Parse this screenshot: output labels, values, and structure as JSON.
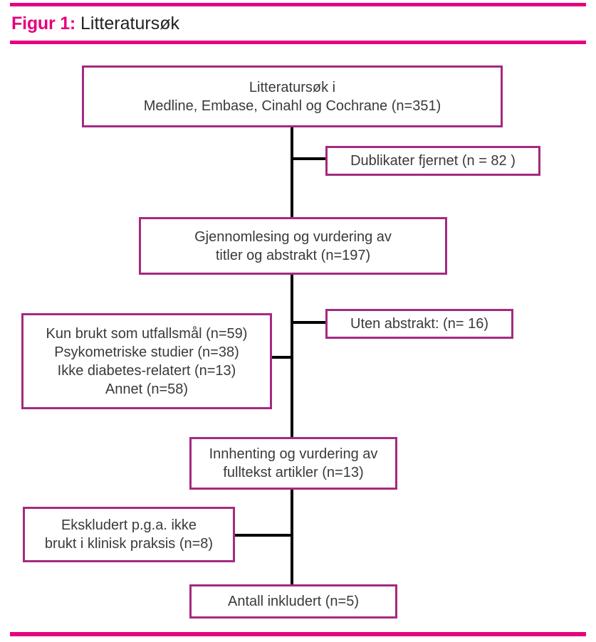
{
  "header": {
    "figure_label": "Figur 1:",
    "figure_title": "Litteratursøk",
    "accent_color": "#e5007d"
  },
  "diagram": {
    "box_border_color": "#a42a80",
    "connector_color": "#000000",
    "nodes": [
      {
        "id": "search",
        "name": "literature-search-box",
        "lines": [
          "Litteratursøk i",
          "Medline, Embase, Cinahl og Cochrane (n=351)"
        ],
        "count": 351
      },
      {
        "id": "duplicates",
        "name": "duplicates-removed-box",
        "lines": [
          "Dublikater fjernet (n = 82 )"
        ],
        "count": 82
      },
      {
        "id": "screening",
        "name": "title-abstract-screening-box",
        "lines": [
          "Gjennomlesing og vurdering av",
          "titler og abstrakt (n=197)"
        ],
        "count": 197
      },
      {
        "id": "no-abstract",
        "name": "no-abstract-box",
        "lines": [
          "Uten abstrakt: (n= 16)"
        ],
        "count": 16
      },
      {
        "id": "excluded-screening",
        "name": "excluded-at-screening-box",
        "lines": [
          "Kun brukt som utfallsmål (n=59)",
          "Psykometriske studier (n=38)",
          "Ikke diabetes-relatert (n=13)",
          "Annet (n=58)"
        ]
      },
      {
        "id": "fulltext",
        "name": "fulltext-assessment-box",
        "lines": [
          "Innhenting og vurdering av",
          "fulltekst artikler (n=13)"
        ],
        "count": 13
      },
      {
        "id": "excluded-fulltext",
        "name": "excluded-at-fulltext-box",
        "lines": [
          "Ekskludert p.g.a. ikke",
          "brukt i klinisk praksis (n=8)"
        ],
        "count": 8
      },
      {
        "id": "included",
        "name": "total-included-box",
        "lines": [
          "Antall inkludert (n=5)"
        ],
        "count": 5
      }
    ]
  }
}
